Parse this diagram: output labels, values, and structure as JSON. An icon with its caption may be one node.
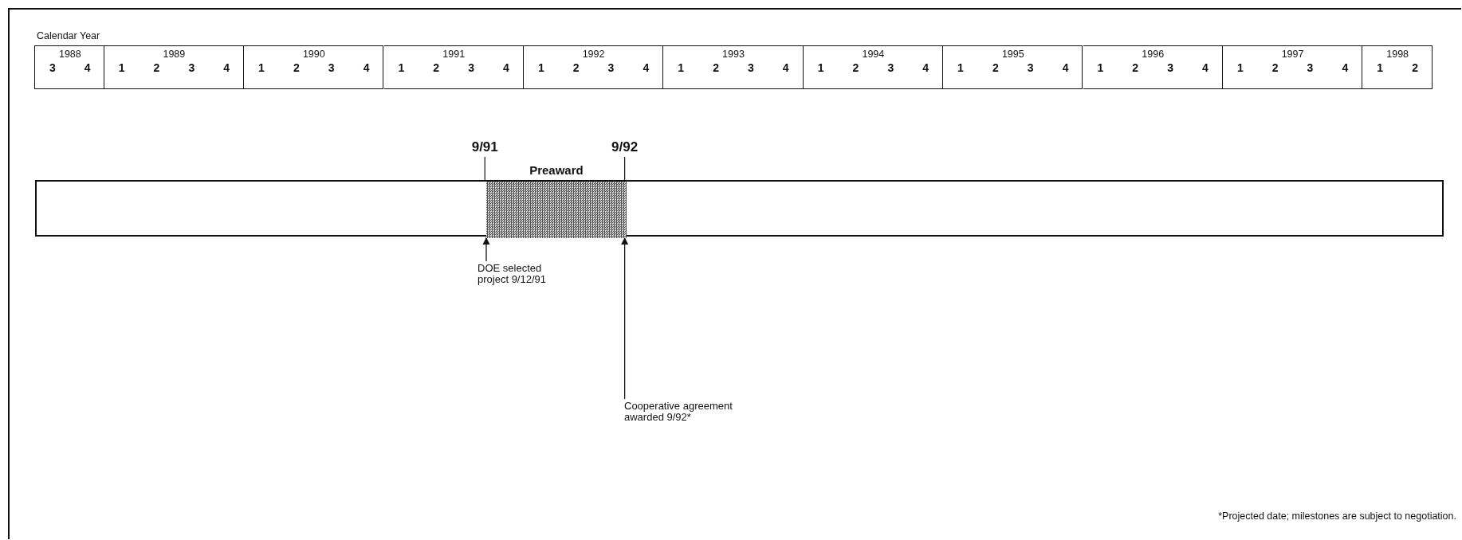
{
  "diagram": {
    "nodes": [
      {
        "text": [],
        "shape": "bar"
      },
      {
        "text": [
          "Preaward"
        ],
        "in": 0
      },
      {
        "text": [
          "DOE selected project 9/12/91"
        ]
      },
      {
        "text": [
          "Cooperative agreement awarded 9/92*"
        ]
      }
    ],
    "edges": [
      {
        "from": 2,
        "to": 1,
        "arrow": "to"
      },
      {
        "from": 3,
        "to": 1,
        "arrow": "to"
      }
    ],
    "labels": [
      "Calendar Year",
      "1988",
      "1989",
      "1990",
      "1991",
      "1992",
      "1993",
      "1994",
      "1995",
      "1996",
      "1997",
      "1998",
      "3",
      "4",
      "1",
      "2",
      "3",
      "4",
      "1",
      "2",
      "3",
      "4",
      "1",
      "2",
      "3",
      "4",
      "1",
      "2",
      "3",
      "4",
      "1",
      "2",
      "3",
      "4",
      "1",
      "2",
      "3",
      "4",
      "1",
      "2",
      "3",
      "4",
      "1",
      "2",
      "3",
      "4",
      "1",
      "2",
      "3",
      "4",
      "1",
      "2",
      "9/91",
      "9/92",
      "*Projected date; milestones are subject to negotiation."
    ]
  }
}
